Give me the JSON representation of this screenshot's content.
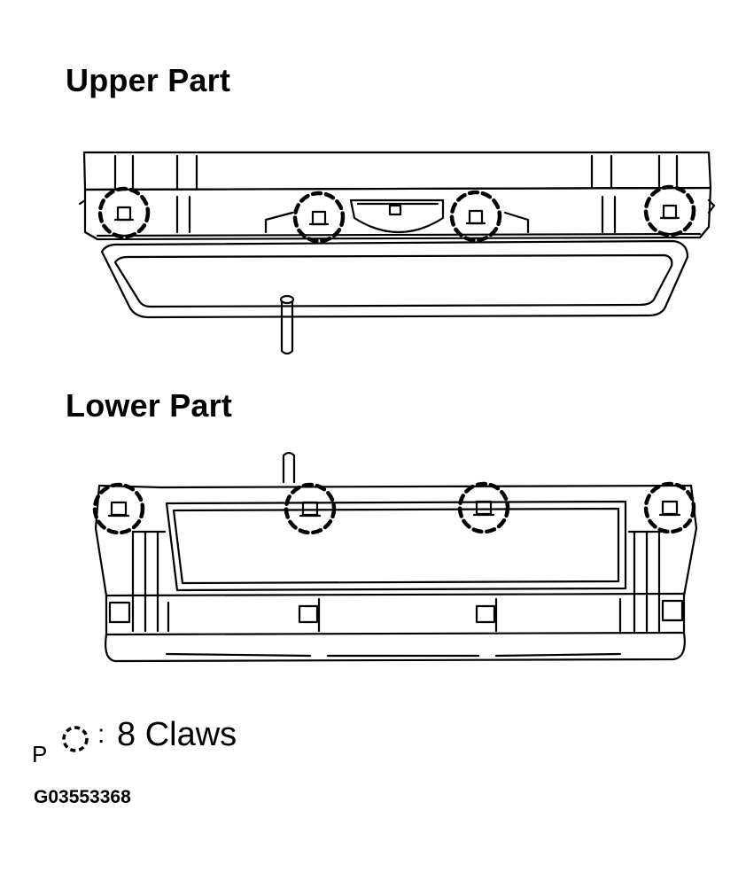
{
  "titles": {
    "upper": "Upper Part",
    "lower": "Lower Part"
  },
  "legend": {
    "prefix": "P",
    "separator": ":",
    "label": "8 Claws",
    "icon": "dashed-circle-icon"
  },
  "figure_code": "G03553368"
}
